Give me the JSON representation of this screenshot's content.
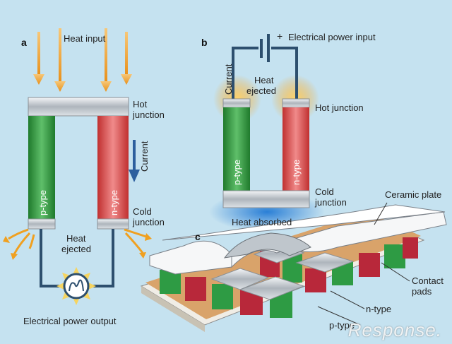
{
  "panels": {
    "a": "a",
    "b": "b",
    "c": "c"
  },
  "panel_a": {
    "heat_input": "Heat input",
    "hot_junction": [
      "Hot",
      "junction"
    ],
    "current": "Current",
    "cold_junction": [
      "Cold",
      "junction"
    ],
    "p_type": "p-type",
    "n_type": "n-type",
    "heat_ejected": [
      "Heat",
      "ejected"
    ],
    "power_output": "Electrical power output"
  },
  "panel_b": {
    "power_input": "Electrical power input",
    "plus": "+",
    "current": "Current",
    "heat_ejected": [
      "Heat",
      "ejected"
    ],
    "hot_junction": "Hot junction",
    "p_type": "p-type",
    "n_type": "n-type",
    "cold_junction": [
      "Cold",
      "junction"
    ],
    "heat_absorbed": "Heat absorbed"
  },
  "panel_c": {
    "ceramic_plate": "Ceramic plate",
    "contact_pads": [
      "Contact",
      "pads"
    ],
    "n_type": "n-type",
    "p_type": "p-type"
  },
  "watermark": "Response.",
  "colors": {
    "background": "#c5e2f0",
    "p_type": "#2e8b3c",
    "n_type": "#d04040",
    "heat": "#f0a020",
    "wire": "#2d4f6e"
  }
}
